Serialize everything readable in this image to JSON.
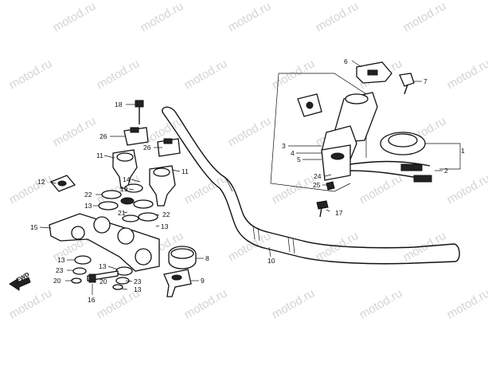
{
  "watermark": "motod.ru",
  "direction_label": "FWD",
  "colors": {
    "line": "#111111",
    "watermark": "#d4d4d4",
    "background": "#ffffff"
  },
  "part_labels": [
    {
      "id": "p1",
      "text": "1"
    },
    {
      "id": "p2",
      "text": "2"
    },
    {
      "id": "p3",
      "text": "3"
    },
    {
      "id": "p4",
      "text": "4"
    },
    {
      "id": "p5",
      "text": "5"
    },
    {
      "id": "p6",
      "text": "6"
    },
    {
      "id": "p7",
      "text": "7"
    },
    {
      "id": "p8",
      "text": "8"
    },
    {
      "id": "p9",
      "text": "9"
    },
    {
      "id": "p10",
      "text": "10"
    },
    {
      "id": "p11a",
      "text": "11"
    },
    {
      "id": "p11b",
      "text": "11"
    },
    {
      "id": "p12",
      "text": "12"
    },
    {
      "id": "p13a",
      "text": "13"
    },
    {
      "id": "p13b",
      "text": "13"
    },
    {
      "id": "p13c",
      "text": "13"
    },
    {
      "id": "p13d",
      "text": "13"
    },
    {
      "id": "p13e",
      "text": "13"
    },
    {
      "id": "p14",
      "text": "14"
    },
    {
      "id": "p15",
      "text": "15"
    },
    {
      "id": "p16",
      "text": "16"
    },
    {
      "id": "p17",
      "text": "17"
    },
    {
      "id": "p18",
      "text": "18"
    },
    {
      "id": "p19",
      "text": "19"
    },
    {
      "id": "p20a",
      "text": "20"
    },
    {
      "id": "p20b",
      "text": "20"
    },
    {
      "id": "p21",
      "text": "21"
    },
    {
      "id": "p22a",
      "text": "22"
    },
    {
      "id": "p22b",
      "text": "22"
    },
    {
      "id": "p23a",
      "text": "23"
    },
    {
      "id": "p23b",
      "text": "23"
    },
    {
      "id": "p24",
      "text": "24"
    },
    {
      "id": "p25",
      "text": "25"
    },
    {
      "id": "p26a",
      "text": "26"
    },
    {
      "id": "p26b",
      "text": "26"
    }
  ]
}
